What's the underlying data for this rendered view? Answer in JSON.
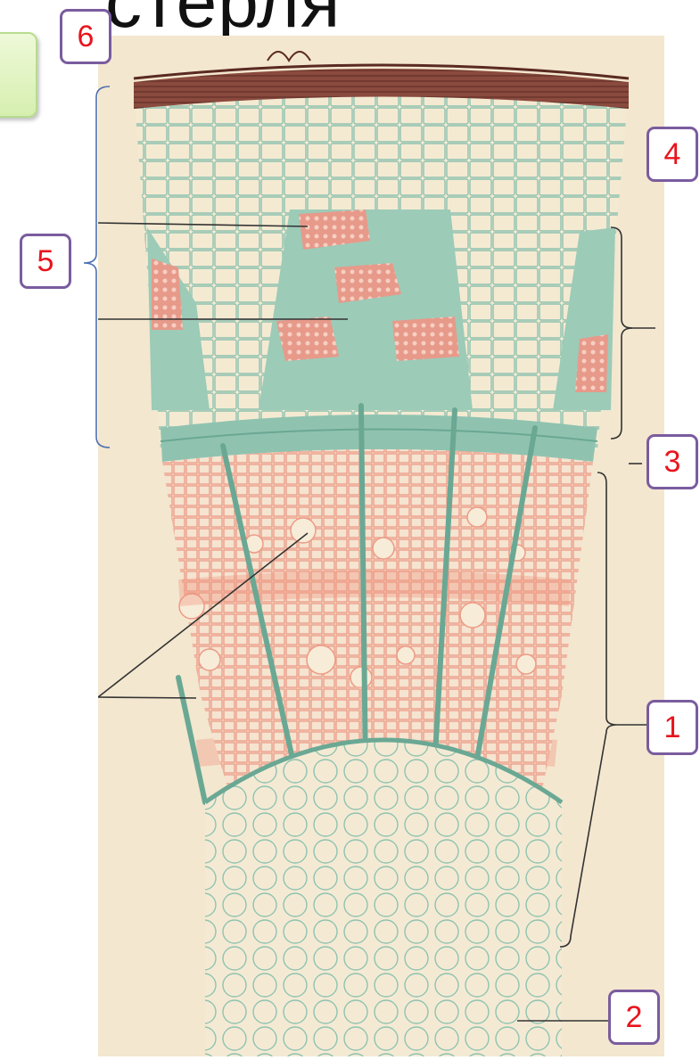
{
  "title": "стерля",
  "labels": [
    {
      "id": "label-6",
      "text": "6"
    },
    {
      "id": "label-4",
      "text": "4"
    },
    {
      "id": "label-5",
      "text": "5"
    },
    {
      "id": "label-3",
      "text": "3"
    },
    {
      "id": "label-1",
      "text": "1"
    },
    {
      "id": "label-2",
      "text": "2"
    }
  ],
  "colors": {
    "background_paper": "#f3e7cf",
    "xylem": "#f0a794",
    "phloem_green": "#8fc3b0",
    "bark": "#7a3e34",
    "label_border": "#7a5c9e",
    "label_text": "#e8141e"
  }
}
